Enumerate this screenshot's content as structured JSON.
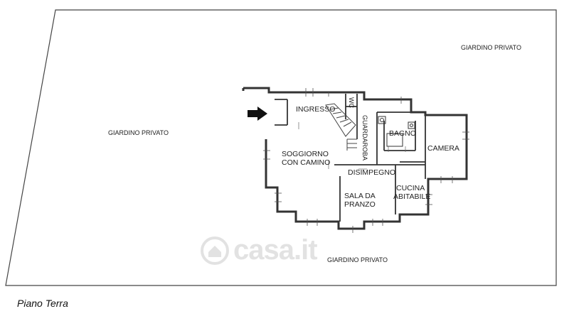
{
  "labels": {
    "giardino_top_right": "GIARDINO PRIVATO",
    "giardino_left": "GIARDINO PRIVATO",
    "giardino_bottom": "GIARDINO PRIVATO",
    "ingresso": "INGRESSO",
    "wc": "WC",
    "guardaroba": "GUARDAROBA",
    "bagno": "BAGNO",
    "camera": "CAMERA",
    "soggiorno_line1": "SOGGIORNO",
    "soggiorno_line2": "CON CAMINO",
    "disimpegno": "DISIMPEGNO",
    "sala_line1": "SALA DA",
    "sala_line2": "PRANZO",
    "cucina_line1": "CUCINA",
    "cucina_line2": "ABITABILE"
  },
  "caption": "Piano Terra",
  "watermark": "casa.it",
  "colors": {
    "lines": "#333333",
    "text": "#222222",
    "watermark": "#9a9a9a"
  }
}
